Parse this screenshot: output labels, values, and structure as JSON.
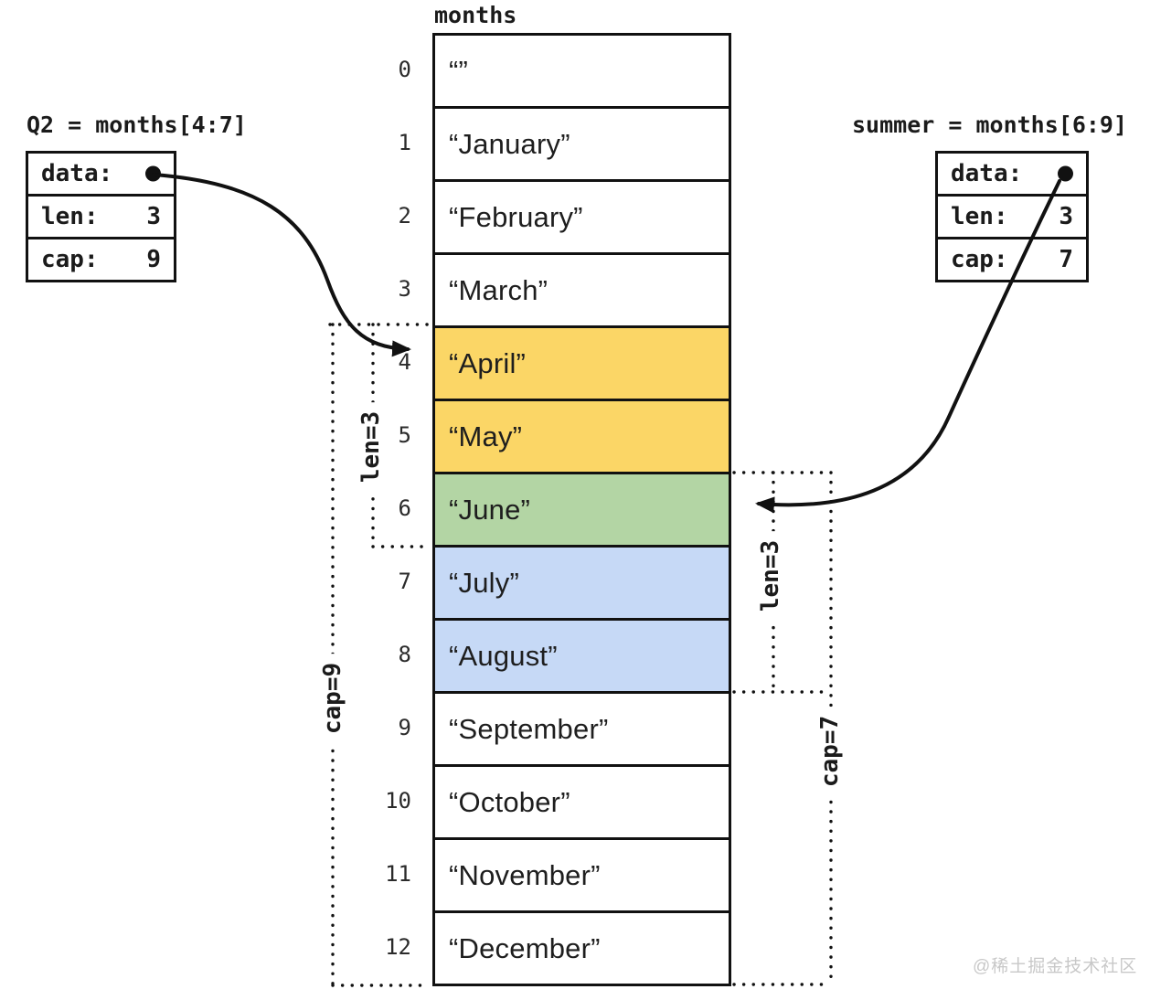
{
  "array": {
    "title": "months",
    "cells": [
      {
        "index": "0",
        "value": "“”",
        "color": "#FFFFFF"
      },
      {
        "index": "1",
        "value": "“January”",
        "color": "#FFFFFF"
      },
      {
        "index": "2",
        "value": "“February”",
        "color": "#FFFFFF"
      },
      {
        "index": "3",
        "value": "“March”",
        "color": "#FFFFFF"
      },
      {
        "index": "4",
        "value": "“April”",
        "color": "#FBD666"
      },
      {
        "index": "5",
        "value": "“May”",
        "color": "#FBD666"
      },
      {
        "index": "6",
        "value": "“June”",
        "color": "#B3D5A4"
      },
      {
        "index": "7",
        "value": "“July”",
        "color": "#C6D9F6"
      },
      {
        "index": "8",
        "value": "“August”",
        "color": "#C6D9F6"
      },
      {
        "index": "9",
        "value": "“September”",
        "color": "#FFFFFF"
      },
      {
        "index": "10",
        "value": "“October”",
        "color": "#FFFFFF"
      },
      {
        "index": "11",
        "value": "“November”",
        "color": "#FFFFFF"
      },
      {
        "index": "12",
        "value": "“December”",
        "color": "#FFFFFF"
      }
    ]
  },
  "q2": {
    "title": "Q2 = months[4:7]",
    "rows": [
      {
        "label": "data:",
        "value": ""
      },
      {
        "label": "len:",
        "value": "3"
      },
      {
        "label": "cap:",
        "value": "9"
      }
    ],
    "len_label": "len=3",
    "cap_label": "cap=9"
  },
  "summer": {
    "title": "summer = months[6:9]",
    "rows": [
      {
        "label": "data:",
        "value": ""
      },
      {
        "label": "len:",
        "value": "3"
      },
      {
        "label": "cap:",
        "value": "7"
      }
    ],
    "len_label": "len=3",
    "cap_label": "cap=7"
  },
  "watermark": "@稀土掘金技术社区",
  "colors": {
    "highlight_yellow": "#FBD666",
    "highlight_green": "#B3D5A4",
    "highlight_blue": "#C6D9F6",
    "line": "#111111"
  }
}
